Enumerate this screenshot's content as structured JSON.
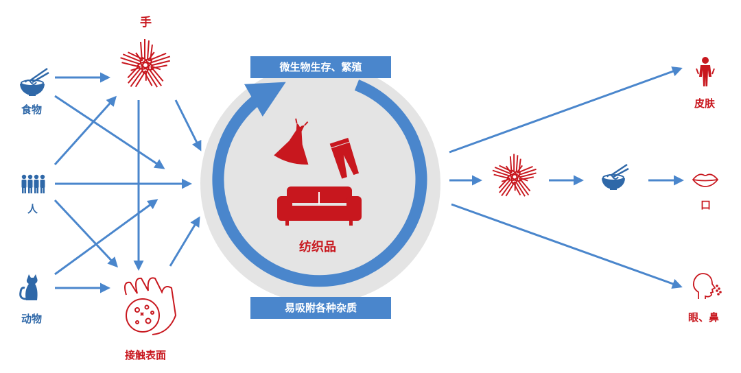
{
  "labels": {
    "hand_top": "手",
    "food": "食物",
    "people": "人",
    "animal": "动物",
    "contact_surface": "接触表面",
    "textile": "纺织品",
    "banner_top": "微生物生存、繁殖",
    "banner_bottom": "易吸附各种杂质",
    "skin": "皮肤",
    "mouth": "口",
    "eye_nose": "眼、鼻"
  },
  "colors": {
    "arrow_blue": "#4a86cc",
    "red": "#c8171e",
    "dark_blue": "#2f68a8",
    "circle_grey": "#e4e4e4"
  },
  "icons": [
    "noodle-bowl-icon",
    "people-icon",
    "cat-icon",
    "hands-icon",
    "germ-hand-icon",
    "dress-icon",
    "pants-icon",
    "sofa-icon",
    "person-icon",
    "lips-icon",
    "face-sneeze-icon"
  ]
}
